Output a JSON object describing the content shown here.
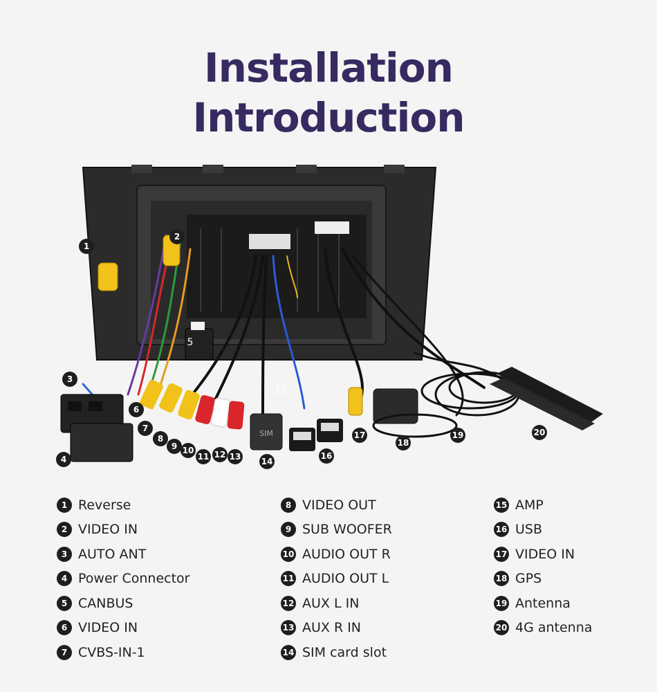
{
  "title": {
    "line1": "Installation",
    "line2": "Introduction"
  },
  "legend": {
    "columns": [
      [
        {
          "num": "1",
          "label": "Reverse"
        },
        {
          "num": "2",
          "label": "VIDEO IN"
        },
        {
          "num": "3",
          "label": "AUTO ANT"
        },
        {
          "num": "4",
          "label": "Power Connector"
        },
        {
          "num": "5",
          "label": "CANBUS"
        },
        {
          "num": "6",
          "label": "VIDEO IN"
        },
        {
          "num": "7",
          "label": "CVBS-IN-1"
        }
      ],
      [
        {
          "num": "8",
          "label": "VIDEO OUT"
        },
        {
          "num": "9",
          "label": "SUB WOOFER"
        },
        {
          "num": "10",
          "label": "AUDIO OUT R"
        },
        {
          "num": "11",
          "label": "AUDIO OUT L"
        },
        {
          "num": "12",
          "label": "AUX L IN"
        },
        {
          "num": "13",
          "label": "AUX R IN"
        },
        {
          "num": "14",
          "label": "SIM card slot"
        }
      ],
      [
        {
          "num": "15",
          "label": "AMP"
        },
        {
          "num": "16",
          "label": "USB"
        },
        {
          "num": "17",
          "label": "VIDEO IN"
        },
        {
          "num": "18",
          "label": "GPS"
        },
        {
          "num": "19",
          "label": "Antenna"
        },
        {
          "num": "20",
          "label": "4G antenna"
        }
      ]
    ]
  },
  "photo": {
    "sim_label": "SIM",
    "callouts": [
      "1",
      "2",
      "3",
      "4",
      "5",
      "6",
      "7",
      "8",
      "9",
      "10",
      "11",
      "12",
      "13",
      "14",
      "15",
      "16",
      "17",
      "18",
      "19",
      "20"
    ]
  },
  "colors": {
    "title": "#372a60",
    "badge": "#1e1e1e",
    "background": "#f4f4f4"
  }
}
